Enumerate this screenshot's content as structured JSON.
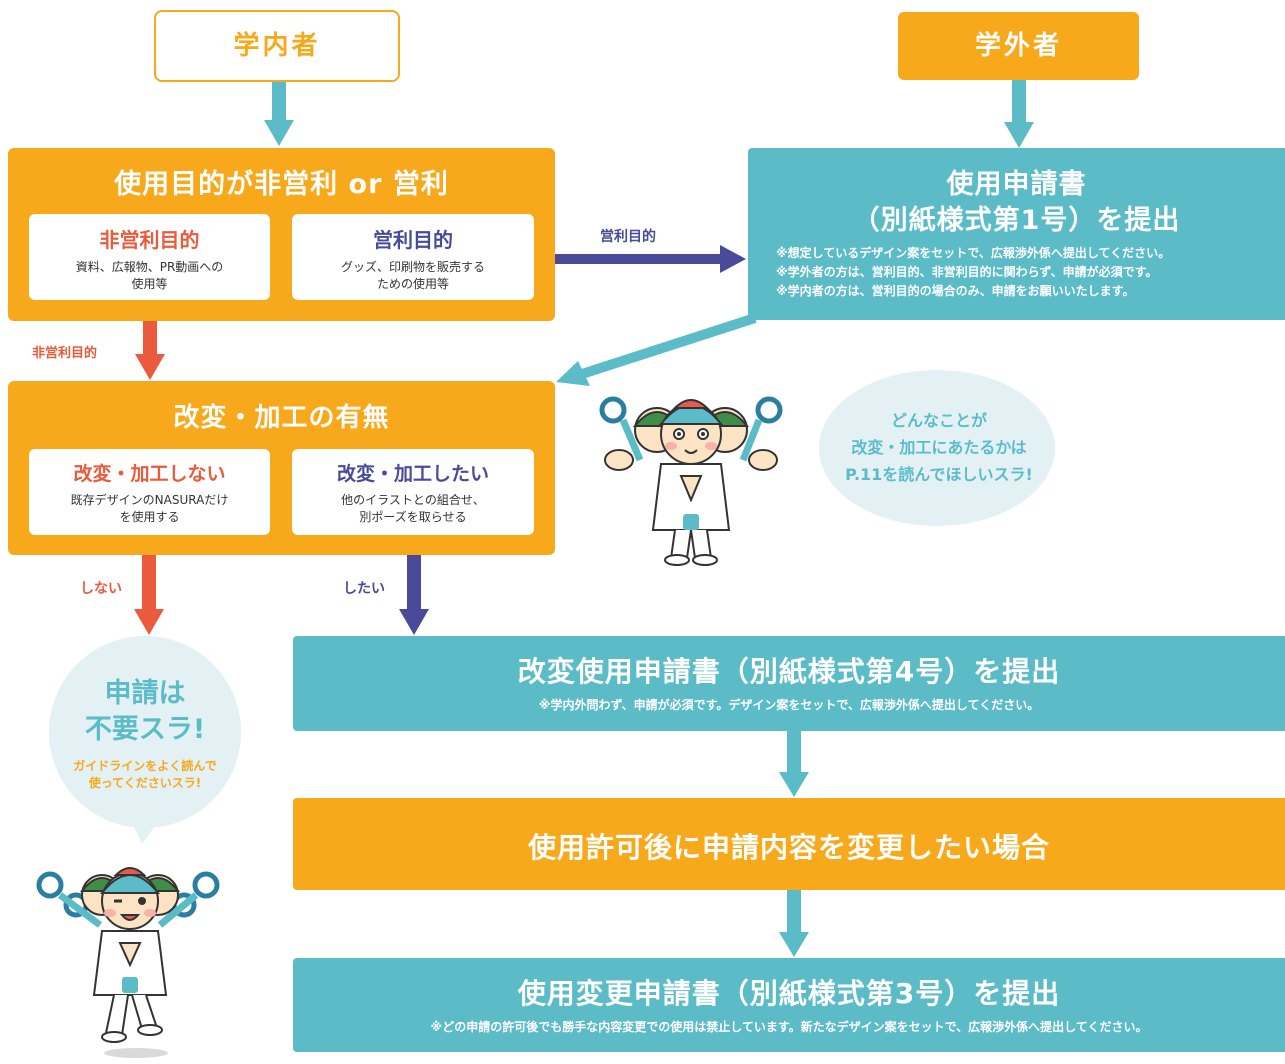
{
  "top": {
    "internal_label": "学内者",
    "external_label": "学外者"
  },
  "purpose_box": {
    "title": "使用目的が非営利 or 営利",
    "nonprofit": {
      "title": "非営利目的",
      "desc_line1": "資料、広報物、PR動画への",
      "desc_line2": "使用等"
    },
    "profit": {
      "title": "営利目的",
      "desc_line1": "グッズ、印刷物を販売する",
      "desc_line2": "ための使用等"
    }
  },
  "application1": {
    "title_line1": "使用申請書",
    "title_line2": "（別紙様式第1号）を提出",
    "notes": [
      "※想定しているデザイン案をセットで、広報渉外係へ提出してください。",
      "※学外者の方は、営利目的、非営利目的に関わらず、申請が必須です。",
      "※学内者の方は、営利目的の場合のみ、申請をお願いいたします。"
    ]
  },
  "arrow_labels": {
    "profit": "営利目的",
    "nonprofit": "非営利目的",
    "no": "しない",
    "yes": "したい"
  },
  "modification_box": {
    "title": "改変・加工の有無",
    "no_mod": {
      "title": "改変・加工しない",
      "desc_line1": "既存デザインのNASURAだけ",
      "desc_line2": "を使用する"
    },
    "mod": {
      "title": "改変・加工したい",
      "desc_line1": "他のイラストとの組合せ、",
      "desc_line2": "別ポーズを取らせる"
    }
  },
  "bubble_right": {
    "line1": "どんなことが",
    "line2": "改変・加工にあたるかは",
    "line3": "P.11を読んでほしいスラ!"
  },
  "bubble_left": {
    "big_line1": "申請は",
    "big_line2": "不要スラ!",
    "small_line1": "ガイドラインをよく読んで",
    "small_line2": "使ってくださいスラ!"
  },
  "application4": {
    "title": "改変使用申請書（別紙様式第4号）を提出",
    "note": "※学内外問わず、申請が必須です。デザイン案をセットで、広報渉外係へ提出してください。"
  },
  "change_box": {
    "title": "使用許可後に申請内容を変更したい場合"
  },
  "application3": {
    "title": "使用変更申請書（別紙様式第3号）を提出",
    "note": "※どの申請の許可後でも勝手な内容変更での使用は禁止しています。新たなデザイン案をセットで、広報渉外係へ提出してください。"
  },
  "colors": {
    "orange": "#F7A81B",
    "teal": "#5BBCC8",
    "red": "#EB5A3C",
    "navy": "#4A4A9A",
    "bubble": "#E3F1F5"
  },
  "icons": [
    "mascot-nasura-praying",
    "mascot-nasura-cheering"
  ]
}
